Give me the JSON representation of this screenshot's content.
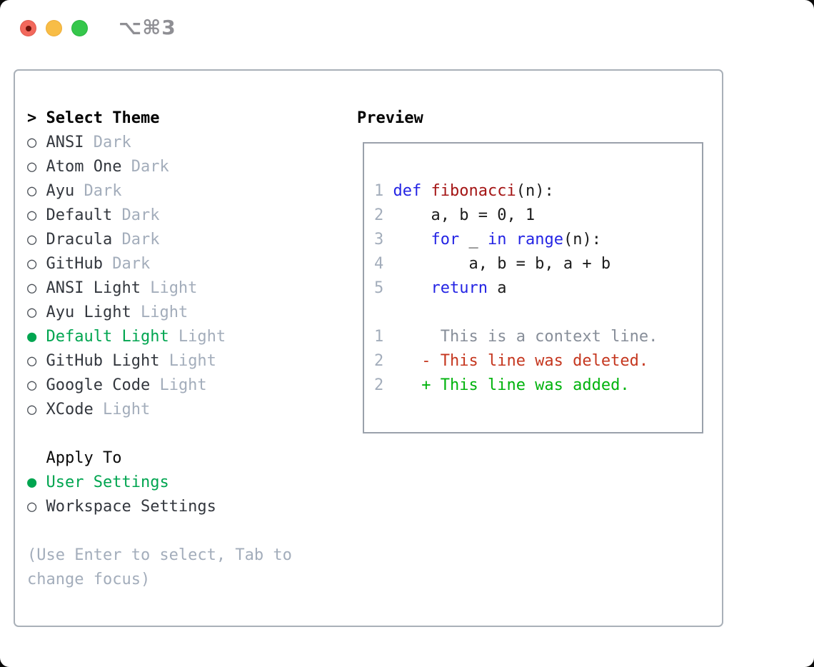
{
  "titlebar": {
    "title": "⌥⌘3",
    "buttons": [
      {
        "name": "close",
        "color": "#f2685c"
      },
      {
        "name": "minimize",
        "color": "#f8bd46"
      },
      {
        "name": "zoom",
        "color": "#35c74b"
      }
    ]
  },
  "theme_picker": {
    "cursor": ">",
    "header": "Select Theme",
    "items": [
      {
        "name": "ANSI",
        "variant": "Dark",
        "selected": false
      },
      {
        "name": "Atom One",
        "variant": "Dark",
        "selected": false
      },
      {
        "name": "Ayu",
        "variant": "Dark",
        "selected": false
      },
      {
        "name": "Default",
        "variant": "Dark",
        "selected": false
      },
      {
        "name": "Dracula",
        "variant": "Dark",
        "selected": false
      },
      {
        "name": "GitHub",
        "variant": "Dark",
        "selected": false
      },
      {
        "name": "ANSI Light",
        "variant": "Light",
        "selected": false
      },
      {
        "name": "Ayu Light",
        "variant": "Light",
        "selected": false
      },
      {
        "name": "Default Light",
        "variant": "Light",
        "selected": true
      },
      {
        "name": "GitHub Light",
        "variant": "Light",
        "selected": false
      },
      {
        "name": "Google Code",
        "variant": "Light",
        "selected": false
      },
      {
        "name": "XCode",
        "variant": "Light",
        "selected": false
      }
    ]
  },
  "apply_to": {
    "header": "Apply To",
    "options": [
      {
        "label": "User Settings",
        "selected": true
      },
      {
        "label": "Workspace Settings",
        "selected": false
      }
    ]
  },
  "hint": {
    "lines": [
      "(Use Enter to select, Tab to",
      "change focus)"
    ]
  },
  "preview": {
    "header": "Preview",
    "code_lines": [
      {
        "num": "1",
        "segments": [
          {
            "text": "def",
            "style": "keyword"
          },
          {
            "text": " ",
            "style": "plain"
          },
          {
            "text": "fibonacci",
            "style": "function"
          },
          {
            "text": "(n):",
            "style": "plain"
          }
        ]
      },
      {
        "num": "2",
        "segments": [
          {
            "text": "    a, b = 0, 1",
            "style": "plain"
          }
        ]
      },
      {
        "num": "3",
        "segments": [
          {
            "text": "    ",
            "style": "plain"
          },
          {
            "text": "for",
            "style": "keyword"
          },
          {
            "text": " _ ",
            "style": "plain"
          },
          {
            "text": "in",
            "style": "keyword"
          },
          {
            "text": " ",
            "style": "plain"
          },
          {
            "text": "range",
            "style": "keyword"
          },
          {
            "text": "(n):",
            "style": "plain"
          }
        ]
      },
      {
        "num": "4",
        "segments": [
          {
            "text": "        a, b = b, a + b",
            "style": "plain"
          }
        ]
      },
      {
        "num": "5",
        "segments": [
          {
            "text": "    ",
            "style": "plain"
          },
          {
            "text": "return",
            "style": "keyword"
          },
          {
            "text": " a",
            "style": "plain"
          }
        ]
      }
    ],
    "diff_lines": [
      {
        "num": "1",
        "marker": " ",
        "text": "This is a context line.",
        "type": "context"
      },
      {
        "num": "2",
        "marker": "-",
        "text": "This line was deleted.",
        "type": "deleted"
      },
      {
        "num": "2",
        "marker": "+",
        "text": "This line was added.",
        "type": "added"
      }
    ]
  },
  "glyphs": {
    "radio_unselected": "○",
    "radio_selected": "●"
  },
  "colors": {
    "selection_green": "#00a550",
    "diff_added_green": "#00b30d",
    "diff_deleted_red": "#c5371f",
    "keyword_blue": "#2424e4",
    "function_red": "#a41515",
    "muted_gray": "#a3adbb",
    "context_gray": "#878e99",
    "panel_border": "#a9b0b8",
    "preview_border": "#9aa1ab"
  }
}
